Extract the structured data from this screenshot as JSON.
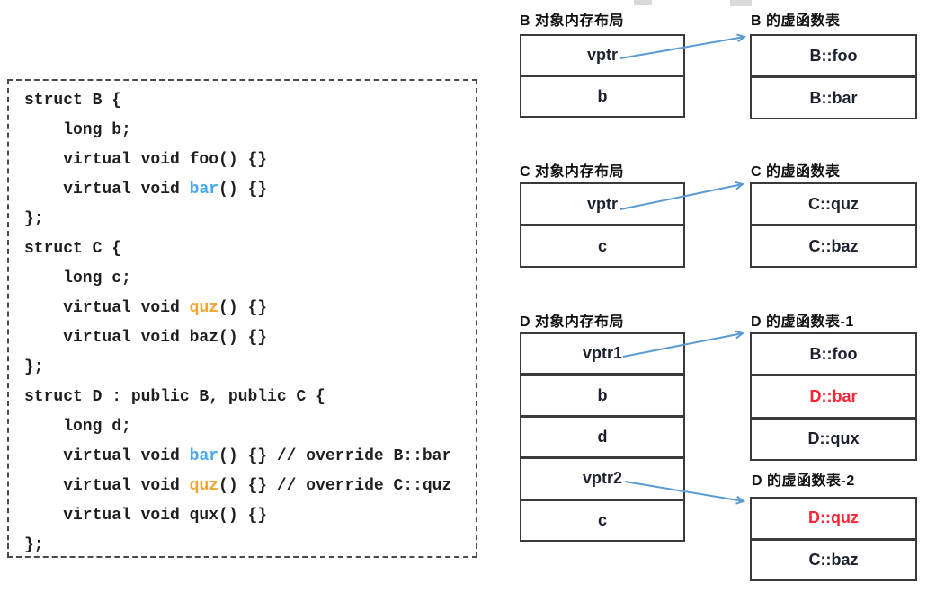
{
  "colors": {
    "code_text": "#1f1f1f",
    "code_blue": "#45a7ef",
    "code_orange": "#f2a531",
    "arrow": "#5b9bd5",
    "table_text": "#1c2130",
    "red": "#ff2435",
    "border": "#3a3a3a"
  },
  "code": {
    "lines": [
      [
        {
          "t": "struct B {"
        }
      ],
      [
        {
          "t": "    long b;"
        }
      ],
      [
        {
          "t": "    virtual void foo() {}"
        }
      ],
      [
        {
          "t": "    virtual void "
        },
        {
          "t": "bar",
          "c": "blue"
        },
        {
          "t": "() {}"
        }
      ],
      [
        {
          "t": "};"
        }
      ],
      [
        {
          "t": "struct C {"
        }
      ],
      [
        {
          "t": "    long c;"
        }
      ],
      [
        {
          "t": "    virtual void "
        },
        {
          "t": "quz",
          "c": "orange"
        },
        {
          "t": "() {}"
        }
      ],
      [
        {
          "t": "    virtual void baz() {}"
        }
      ],
      [
        {
          "t": "};"
        }
      ],
      [
        {
          "t": "struct D : public B, public C {"
        }
      ],
      [
        {
          "t": "    long d;"
        }
      ],
      [
        {
          "t": "    virtual void "
        },
        {
          "t": "bar",
          "c": "blue"
        },
        {
          "t": "() {} // override B::bar"
        }
      ],
      [
        {
          "t": "    virtual void "
        },
        {
          "t": "quz",
          "c": "orange"
        },
        {
          "t": "() {} // override C::quz"
        }
      ],
      [
        {
          "t": "    virtual void qux() {}"
        }
      ],
      [
        {
          "t": "};"
        }
      ]
    ]
  },
  "diagram": {
    "sections": [
      {
        "id": "B",
        "memory_label": "B 对象内存布局",
        "memory_rows": [
          "vptr",
          "b"
        ],
        "vtable_label": "B 的虚函数表",
        "vtable_rows": [
          {
            "label": "B::foo"
          },
          {
            "label": "B::bar"
          }
        ]
      },
      {
        "id": "C",
        "memory_label": "C 对象内存布局",
        "memory_rows": [
          "vptr",
          "c"
        ],
        "vtable_label": "C 的虚函数表",
        "vtable_rows": [
          {
            "label": "C::quz"
          },
          {
            "label": "C::baz"
          }
        ]
      },
      {
        "id": "D",
        "memory_label": "D 对象内存布局",
        "memory_rows": [
          "vptr1",
          "b",
          "d",
          "vptr2",
          "c"
        ],
        "vtable1_label": "D 的虚函数表-1",
        "vtable1_rows": [
          {
            "label": "B::foo"
          },
          {
            "label": "D::bar",
            "color": "red"
          },
          {
            "label": "D::qux"
          }
        ],
        "vtable2_label": "D 的虚函数表-2",
        "vtable2_rows": [
          {
            "label": "D::quz",
            "color": "red"
          },
          {
            "label": "C::baz"
          }
        ]
      }
    ],
    "arrows": [
      {
        "from": "B.vptr",
        "to": "B 的虚函数表"
      },
      {
        "from": "C.vptr",
        "to": "C 的虚函数表"
      },
      {
        "from": "D.vptr1",
        "to": "D 的虚函数表-1"
      },
      {
        "from": "D.vptr2",
        "to": "D 的虚函数表-2"
      }
    ]
  }
}
